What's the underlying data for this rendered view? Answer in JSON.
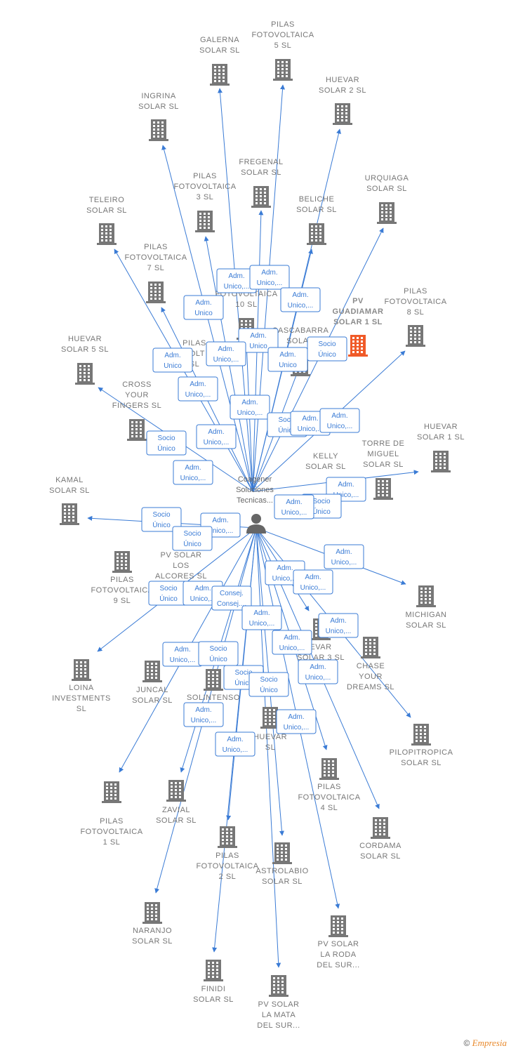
{
  "center": {
    "label_lines": [
      "Coagener",
      "Soluciones",
      "Tecnicas..."
    ]
  },
  "nodes": [
    {
      "id": "galerna",
      "lines": [
        "GALERNA",
        "SOLAR  SL"
      ]
    },
    {
      "id": "pilas5",
      "lines": [
        "PILAS",
        "FOTOVOLTAICA",
        "5  SL"
      ]
    },
    {
      "id": "huevar2",
      "lines": [
        "HUEVAR",
        "SOLAR 2  SL"
      ]
    },
    {
      "id": "ingrina",
      "lines": [
        "INGRINA",
        "SOLAR  SL"
      ]
    },
    {
      "id": "fregenal",
      "lines": [
        "FREGENAL",
        "SOLAR  SL"
      ]
    },
    {
      "id": "urquiaga",
      "lines": [
        "URQUIAGA",
        "SOLAR  SL"
      ]
    },
    {
      "id": "pilas3",
      "lines": [
        "PILAS",
        "FOTOVOLTAICA",
        "3  SL"
      ]
    },
    {
      "id": "teleiro",
      "lines": [
        "TELEIRO",
        "SOLAR  SL"
      ]
    },
    {
      "id": "beliche",
      "lines": [
        "BELICHE",
        "SOLAR  SL"
      ]
    },
    {
      "id": "pilas7",
      "lines": [
        "PILAS",
        "FOTOVOLTAICA",
        "7  SL"
      ]
    },
    {
      "id": "pilas10",
      "lines": [
        "FOTOVOLTAICA",
        "10  SL"
      ]
    },
    {
      "id": "pvguadiamar",
      "lines": [
        "PV",
        "GUADIAMAR",
        "SOLAR 1  SL"
      ],
      "highlight": true
    },
    {
      "id": "pilas8",
      "lines": [
        "PILAS",
        "FOTOVOLTAICA",
        "8  SL"
      ]
    },
    {
      "id": "cascabarra",
      "lines": [
        "CASCABARRA",
        "SOLAR"
      ]
    },
    {
      "id": "pilas6",
      "lines": [
        "PILAS",
        "VOLT",
        "SL"
      ]
    },
    {
      "id": "huevar5",
      "lines": [
        "HUEVAR",
        "SOLAR 5  SL"
      ]
    },
    {
      "id": "crossyour",
      "lines": [
        "CROSS",
        "YOUR",
        "FINGERS  SL"
      ]
    },
    {
      "id": "huevar1",
      "lines": [
        "HUEVAR",
        "SOLAR 1  SL"
      ]
    },
    {
      "id": "torremiguel",
      "lines": [
        "TORRE DE",
        "MIGUEL",
        "SOLAR  SL"
      ]
    },
    {
      "id": "kelly",
      "lines": [
        "KELLY",
        "SOLAR  SL"
      ]
    },
    {
      "id": "kamal",
      "lines": [
        "KAMAL",
        "SOLAR  SL"
      ]
    },
    {
      "id": "pvalcores",
      "lines": [
        "PV SOLAR",
        "LOS",
        "ALCORES  SL"
      ]
    },
    {
      "id": "pilas9",
      "lines": [
        "PILAS",
        "FOTOVOLTAICA",
        "9  SL"
      ]
    },
    {
      "id": "michigan",
      "lines": [
        "MICHIGAN",
        "SOLAR  SL"
      ]
    },
    {
      "id": "huevar3",
      "lines": [
        "EVAR",
        "SOLAR 3  SL"
      ]
    },
    {
      "id": "chase",
      "lines": [
        "CHASE",
        "YOUR",
        "DREAMS  SL"
      ]
    },
    {
      "id": "loina",
      "lines": [
        "LOINA",
        "INVESTMENTS",
        "SL"
      ]
    },
    {
      "id": "juncal",
      "lines": [
        "JUNCAL",
        "SOLAR  SL"
      ]
    },
    {
      "id": "solintenso",
      "lines": [
        "SOLINTENSO",
        "SL"
      ]
    },
    {
      "id": "huevar4",
      "lines": [
        "HUEVAR",
        "SL"
      ]
    },
    {
      "id": "pilopitropica",
      "lines": [
        "PILOPITROPICA",
        "SOLAR  SL"
      ]
    },
    {
      "id": "pilas4",
      "lines": [
        "PILAS",
        "FOTOVOLTAICA",
        "4  SL"
      ]
    },
    {
      "id": "pilas1",
      "lines": [
        "PILAS",
        "FOTOVOLTAICA",
        "1  SL"
      ]
    },
    {
      "id": "zavial",
      "lines": [
        "ZAVIAL",
        "SOLAR  SL"
      ]
    },
    {
      "id": "cordama",
      "lines": [
        "CORDAMA",
        "SOLAR  SL"
      ]
    },
    {
      "id": "pilas2",
      "lines": [
        "PILAS",
        "FOTOVOLTAICA",
        "2  SL"
      ]
    },
    {
      "id": "astrolabio",
      "lines": [
        "ASTROLABIO",
        "SOLAR  SL"
      ]
    },
    {
      "id": "naranjo",
      "lines": [
        "NARANJO",
        "SOLAR  SL"
      ]
    },
    {
      "id": "pvroda",
      "lines": [
        "PV SOLAR",
        "LA RODA",
        "DEL SUR..."
      ]
    },
    {
      "id": "finidi",
      "lines": [
        "FINIDI",
        "SOLAR  SL"
      ]
    },
    {
      "id": "pvmata",
      "lines": [
        "PV SOLAR",
        "LA MATA",
        "DEL SUR..."
      ]
    }
  ],
  "relations": [
    {
      "lines": [
        "Adm.",
        "Unico,..."
      ]
    },
    {
      "lines": [
        "Adm.",
        "Unico,..."
      ]
    },
    {
      "lines": [
        "Adm.",
        "Unico"
      ]
    },
    {
      "lines": [
        "Adm.",
        "Unico,..."
      ]
    },
    {
      "lines": [
        "Adm.",
        "Unico"
      ]
    },
    {
      "lines": [
        "Socio",
        "Único"
      ]
    },
    {
      "lines": [
        "Adm.",
        "Unico"
      ]
    },
    {
      "lines": [
        "Adm.",
        "Unico,..."
      ]
    },
    {
      "lines": [
        "Adm.",
        "Unico"
      ]
    },
    {
      "lines": [
        "Adm.",
        "Unico,..."
      ]
    },
    {
      "lines": [
        "Adm.",
        "Unico,..."
      ]
    },
    {
      "lines": [
        "Socio",
        "Único"
      ]
    },
    {
      "lines": [
        "Adm.",
        "Unico,..."
      ]
    },
    {
      "lines": [
        "Adm.",
        "Unico,..."
      ]
    },
    {
      "lines": [
        "Adm.",
        "Unico,..."
      ]
    },
    {
      "lines": [
        "Socio",
        "Único"
      ]
    },
    {
      "lines": [
        "Adm.",
        "Unico,..."
      ]
    },
    {
      "lines": [
        "Adm.",
        "Unico,..."
      ]
    },
    {
      "lines": [
        "Socio",
        "Único"
      ]
    },
    {
      "lines": [
        "Adm.",
        "Unico,..."
      ]
    },
    {
      "lines": [
        "Socio",
        "Único"
      ]
    },
    {
      "lines": [
        "Adm.",
        "Unico,..."
      ]
    },
    {
      "lines": [
        "Socio",
        "Único"
      ]
    },
    {
      "lines": [
        "Adm.",
        "Unico,..."
      ]
    },
    {
      "lines": [
        "Socio",
        "Único"
      ]
    },
    {
      "lines": [
        "Adm.",
        "Unico,..."
      ]
    },
    {
      "lines": [
        "Consej.",
        "Consej...."
      ]
    },
    {
      "lines": [
        "Adm.",
        "Unico,..."
      ]
    },
    {
      "lines": [
        "Adm.",
        "Unico,..."
      ]
    },
    {
      "lines": [
        "Adm.",
        "Unico,..."
      ]
    },
    {
      "lines": [
        "Adm.",
        "Unico,..."
      ]
    },
    {
      "lines": [
        "Adm.",
        "Unico,..."
      ]
    },
    {
      "lines": [
        "Adm.",
        "Unico,..."
      ]
    },
    {
      "lines": [
        "Socio",
        "Único"
      ]
    },
    {
      "lines": [
        "Adm.",
        "Unico,..."
      ]
    },
    {
      "lines": [
        "Socio",
        "Único"
      ]
    },
    {
      "lines": [
        "Socio",
        "Único"
      ]
    },
    {
      "lines": [
        "Adm.",
        "Unico,..."
      ]
    },
    {
      "lines": [
        "Adm.",
        "Unico,..."
      ]
    },
    {
      "lines": [
        "Adm.",
        "Unico,..."
      ]
    }
  ],
  "colors": {
    "edge": "#3a7bd5",
    "building": "#777777",
    "highlight": "#f05a28",
    "person": "#666666"
  },
  "icons": {
    "company": "building-icon",
    "person": "person-icon"
  },
  "footer": {
    "symbol": "©",
    "brand": "Empresia"
  }
}
